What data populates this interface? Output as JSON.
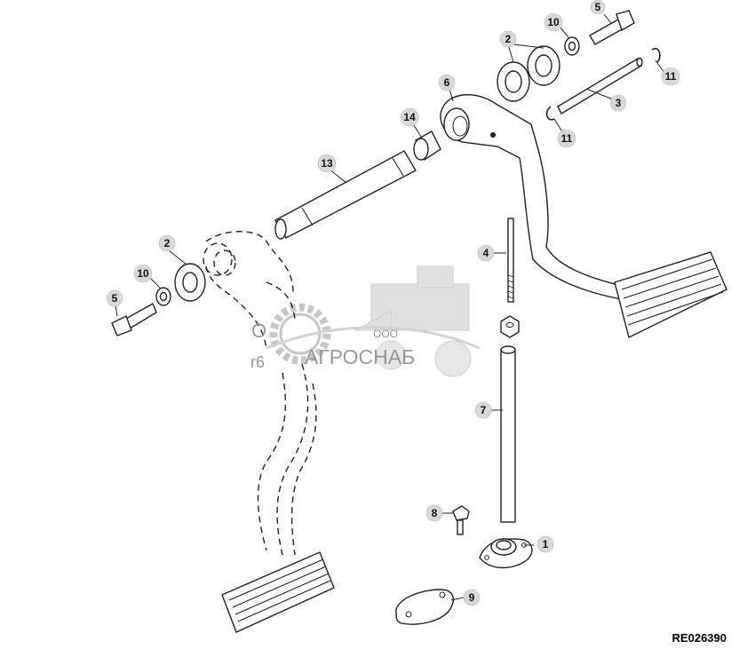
{
  "figure": {
    "reference_code": "RE026390",
    "callouts": [
      {
        "id": "c1",
        "label": "1"
      },
      {
        "id": "c2a",
        "label": "2"
      },
      {
        "id": "c2b",
        "label": "2"
      },
      {
        "id": "c3",
        "label": "3"
      },
      {
        "id": "c4",
        "label": "4"
      },
      {
        "id": "c5a",
        "label": "5"
      },
      {
        "id": "c5b",
        "label": "5"
      },
      {
        "id": "c6",
        "label": "6"
      },
      {
        "id": "c7",
        "label": "7"
      },
      {
        "id": "c8",
        "label": "8"
      },
      {
        "id": "c9",
        "label": "9"
      },
      {
        "id": "c10a",
        "label": "10"
      },
      {
        "id": "c10b",
        "label": "10"
      },
      {
        "id": "c11a",
        "label": "11"
      },
      {
        "id": "c11b",
        "label": "11"
      },
      {
        "id": "c13",
        "label": "13"
      },
      {
        "id": "c14",
        "label": "14"
      }
    ]
  },
  "watermark": {
    "company_prefix": "ООО",
    "company_name": "АГРОСНАБ",
    "fragment_1": "О",
    "fragment_2": "r6"
  }
}
